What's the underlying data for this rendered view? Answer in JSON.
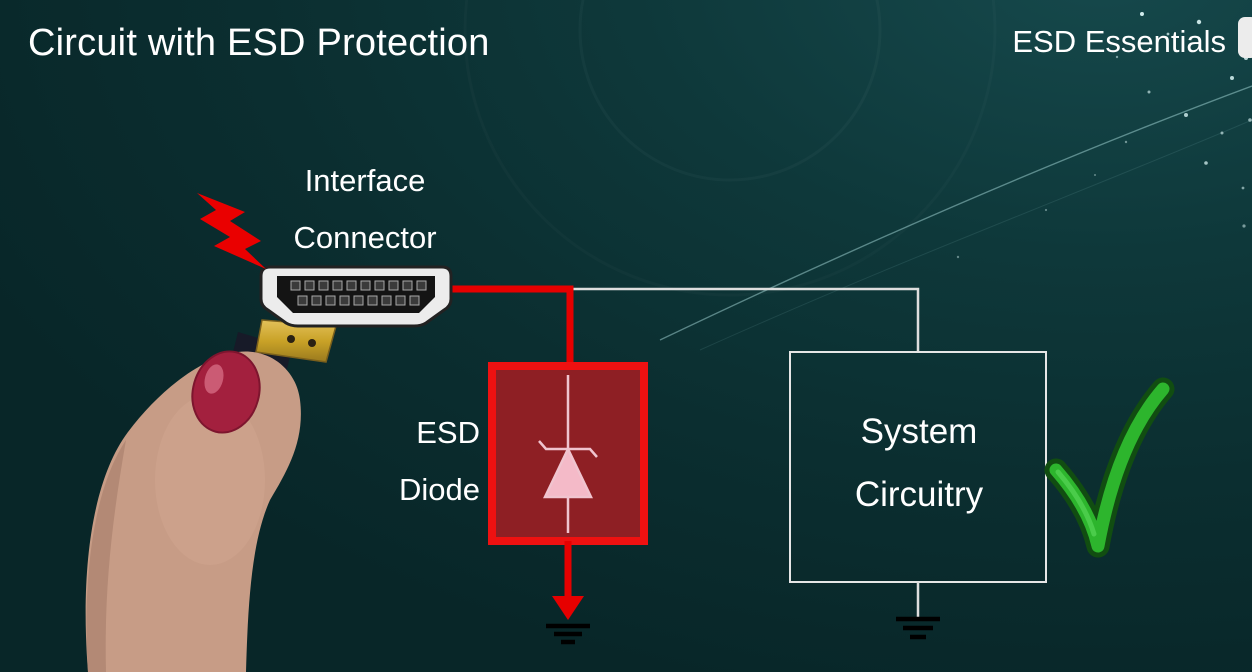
{
  "header": {
    "title": "Circuit with ESD Protection",
    "brand": "ESD Essentials"
  },
  "labels": {
    "connector": [
      "Interface",
      "Connector"
    ],
    "esd_diode": [
      "ESD",
      "Diode"
    ],
    "system_circuitry": [
      "System",
      "Circuitry"
    ]
  },
  "icons": {
    "esd_strike": "lightning-bolt-icon",
    "approval": "checkmark-icon",
    "diode_ground": "ground-symbol",
    "system_ground": "ground-symbol",
    "connector_photo": "hdmi-connector-held-by-hand",
    "brand_mark": "brand-logo-icon"
  },
  "colors": {
    "background": "#0b2e30",
    "title_text": "#ffffff",
    "wire_red": "#e60000",
    "wire_white": "#e9e9e9",
    "diode_box_fill": "#8e1f24",
    "diode_box_border": "#ee1111",
    "diode_symbol": "#f0c4cf",
    "check_green": "#2db52d",
    "bolt_red": "#ea0000",
    "ground_black": "#000000"
  }
}
